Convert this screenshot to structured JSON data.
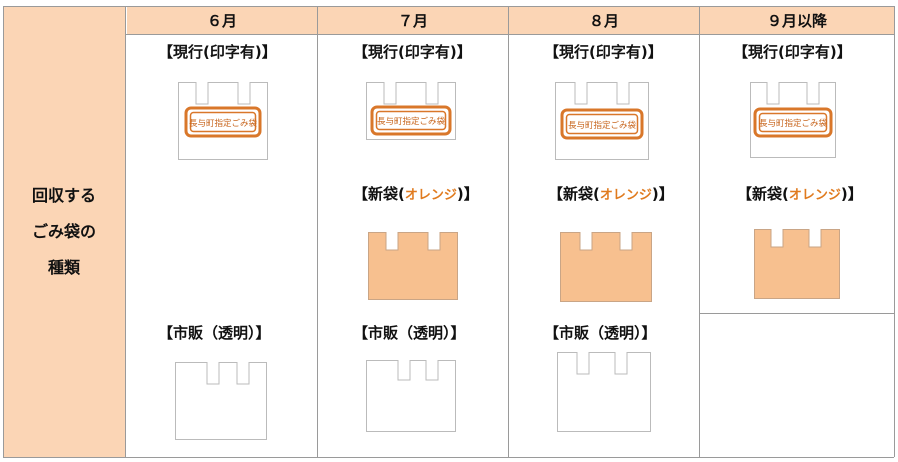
{
  "row_header": "回収する\nごみ袋の\n種類",
  "columns": [
    {
      "month": "６月"
    },
    {
      "month": "７月"
    },
    {
      "month": "８月"
    },
    {
      "month": "９月以降"
    }
  ],
  "labels": {
    "current_prefix": "【現行(印字有)】",
    "new_prefix": "【新袋(",
    "new_color": "オレンジ",
    "new_suffix": ")】",
    "market": "【市販（透明）】"
  },
  "bag_print": "長与町指定ごみ袋",
  "colors": {
    "header_bg": "#fbd5b5",
    "bag_orange": "#f7c08f",
    "band_orange": "#d9772a",
    "grid": "#9a9a9a"
  }
}
